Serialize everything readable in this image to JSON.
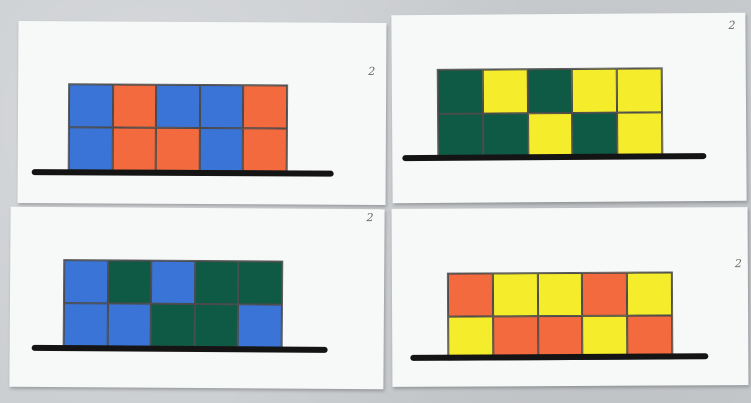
{
  "colors": {
    "blue": "#3a74d6",
    "orange": "#f26a3d",
    "green": "#0f5a44",
    "yellow": "#f5ec2c"
  },
  "cards": [
    {
      "number": "2",
      "cells": [
        [
          "blue",
          "orange",
          "blue",
          "blue",
          "orange"
        ],
        [
          "blue",
          "orange",
          "orange",
          "blue",
          "orange"
        ]
      ]
    },
    {
      "number": "2",
      "cells": [
        [
          "green",
          "yellow",
          "green",
          "yellow",
          "yellow"
        ],
        [
          "green",
          "green",
          "yellow",
          "green",
          "yellow"
        ]
      ]
    },
    {
      "number": "2",
      "cells": [
        [
          "blue",
          "green",
          "blue",
          "green",
          "green"
        ],
        [
          "blue",
          "blue",
          "green",
          "green",
          "blue"
        ]
      ]
    },
    {
      "number": "2",
      "cells": [
        [
          "orange",
          "yellow",
          "yellow",
          "orange",
          "yellow"
        ],
        [
          "yellow",
          "orange",
          "orange",
          "yellow",
          "orange"
        ]
      ]
    }
  ]
}
